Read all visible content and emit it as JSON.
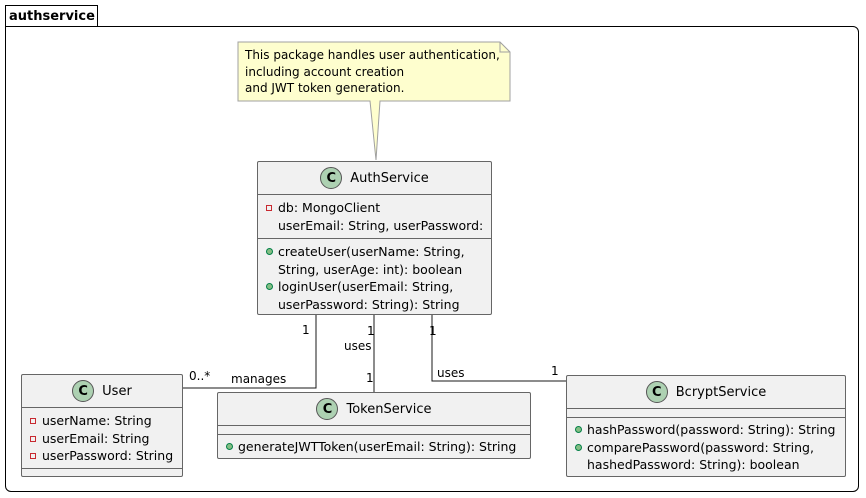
{
  "package": {
    "name": "authservice"
  },
  "note": {
    "lines": [
      "This package handles user authentication,",
      "including account creation",
      "and JWT token generation."
    ]
  },
  "classes": {
    "auth_service": {
      "name": "AuthService",
      "stereotype": "C",
      "attributes": [
        {
          "visibility": "private",
          "text": "db: MongoClient"
        },
        {
          "visibility": "",
          "text": "userEmail: String, userPassword:"
        }
      ],
      "methods": [
        {
          "visibility": "public",
          "text": "createUser(userName: String,"
        },
        {
          "visibility": "",
          "text": "String, userAge: int): boolean"
        },
        {
          "visibility": "public",
          "text": "loginUser(userEmail: String,"
        },
        {
          "visibility": "",
          "text": "userPassword: String): String"
        }
      ]
    },
    "user": {
      "name": "User",
      "stereotype": "C",
      "attributes": [
        {
          "visibility": "private",
          "text": "userName: String"
        },
        {
          "visibility": "private",
          "text": "userEmail: String"
        },
        {
          "visibility": "private",
          "text": "userPassword: String"
        }
      ]
    },
    "token_service": {
      "name": "TokenService",
      "stereotype": "C",
      "methods": [
        {
          "visibility": "public",
          "text": "generateJWTToken(userEmail: String): String"
        }
      ]
    },
    "bcrypt_service": {
      "name": "BcryptService",
      "stereotype": "C",
      "methods": [
        {
          "visibility": "public",
          "text": "hashPassword(password: String): String"
        },
        {
          "visibility": "public",
          "text": "comparePassword(password: String,"
        },
        {
          "visibility": "",
          "text": "hashedPassword: String): boolean"
        }
      ]
    }
  },
  "relations": {
    "manages": {
      "label": "manages",
      "from_mult": "1",
      "to_mult": "0..*"
    },
    "uses_token": {
      "label": "uses",
      "from_mult": "1",
      "to_mult": "1"
    },
    "uses_bcrypt": {
      "label": "uses",
      "from_mult": "1",
      "to_mult": "1"
    }
  },
  "colors": {
    "class_fill": "#f1f1f1",
    "class_border": "#666666",
    "note_fill": "#fefece",
    "circle_fill": "#add1b2",
    "private_marker": "#c82930",
    "public_marker": "#84be84"
  }
}
